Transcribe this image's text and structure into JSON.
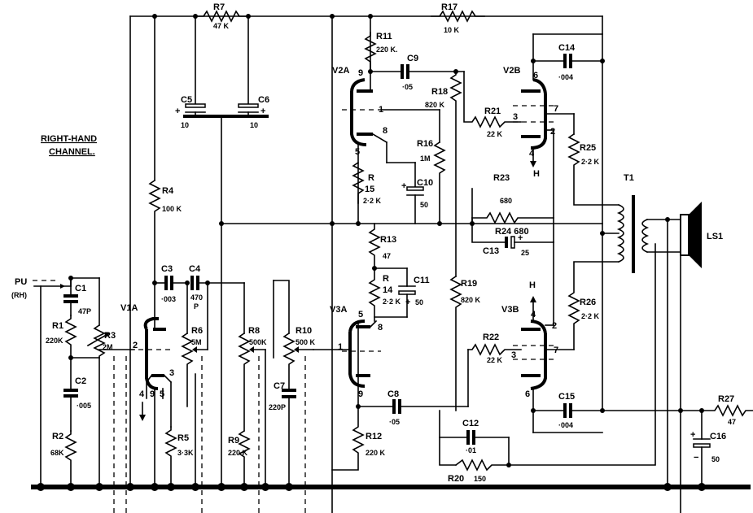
{
  "diagram": {
    "title_line1": "RIGHT-HAND",
    "title_line2": "CHANNEL.",
    "input": {
      "name": "PU",
      "sub": "(RH)"
    },
    "resistors": [
      {
        "id": "R1",
        "value": "220K"
      },
      {
        "id": "R2",
        "value": "68K"
      },
      {
        "id": "R3",
        "value": "2M"
      },
      {
        "id": "R4",
        "value": "100 K"
      },
      {
        "id": "R5",
        "value": "3·3K"
      },
      {
        "id": "R6",
        "value": "5M"
      },
      {
        "id": "R7",
        "value": "47 K"
      },
      {
        "id": "R8",
        "value": "500K"
      },
      {
        "id": "R9",
        "value": "220 K"
      },
      {
        "id": "R10",
        "value": "500 K"
      },
      {
        "id": "R11",
        "value": "220 K."
      },
      {
        "id": "R12",
        "value": "220 K"
      },
      {
        "id": "R13",
        "value": "47"
      },
      {
        "id": "R14",
        "value": "2·2 K"
      },
      {
        "id": "R15",
        "value": "2·2 K"
      },
      {
        "id": "R16",
        "value": "1M"
      },
      {
        "id": "R17",
        "value": "10 K"
      },
      {
        "id": "R18",
        "value": "820 K"
      },
      {
        "id": "R19",
        "value": "820 K"
      },
      {
        "id": "R20",
        "value": "150"
      },
      {
        "id": "R21",
        "value": "22 K"
      },
      {
        "id": "R22",
        "value": "22 K"
      },
      {
        "id": "R23",
        "value": "680"
      },
      {
        "id": "R24",
        "value": "680"
      },
      {
        "id": "R25",
        "value": "2·2 K"
      },
      {
        "id": "R26",
        "value": "2·2 K"
      },
      {
        "id": "R27",
        "value": "47"
      }
    ],
    "capacitors": [
      {
        "id": "C1",
        "value": "47P"
      },
      {
        "id": "C2",
        "value": "·005"
      },
      {
        "id": "C3",
        "value": "·003"
      },
      {
        "id": "C4",
        "value": "470 P"
      },
      {
        "id": "C5",
        "value": "10"
      },
      {
        "id": "C6",
        "value": "10"
      },
      {
        "id": "C7",
        "value": "220P"
      },
      {
        "id": "C8",
        "value": "·05"
      },
      {
        "id": "C9",
        "value": "·05"
      },
      {
        "id": "C10",
        "value": "50"
      },
      {
        "id": "C11",
        "value": "50"
      },
      {
        "id": "C12",
        "value": "·01"
      },
      {
        "id": "C13",
        "value": "25"
      },
      {
        "id": "C14",
        "value": "·004"
      },
      {
        "id": "C15",
        "value": "·004"
      },
      {
        "id": "C16",
        "value": "50"
      }
    ],
    "valves": [
      "V1A",
      "V2A",
      "V2B",
      "V3A",
      "V3B"
    ],
    "transformer": "T1",
    "speaker": "LS1",
    "heater": "H",
    "pins": [
      "1",
      "2",
      "3",
      "4",
      "5",
      "6",
      "7",
      "8",
      "9"
    ]
  }
}
